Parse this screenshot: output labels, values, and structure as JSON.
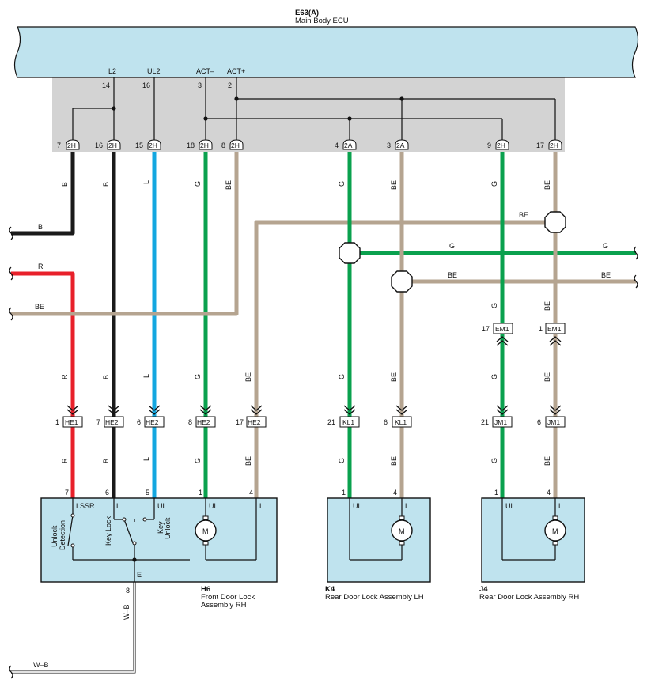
{
  "ecu": {
    "code": "E63(A)",
    "name": "Main Body ECU"
  },
  "ecu_terminals": [
    {
      "pin": "14",
      "signal": "L2"
    },
    {
      "pin": "16",
      "signal": "UL2"
    },
    {
      "pin": "3",
      "signal": "ACT–"
    },
    {
      "pin": "2",
      "signal": "ACT+"
    }
  ],
  "connectors_2h": [
    {
      "pin": "7",
      "id": "2H"
    },
    {
      "pin": "16",
      "id": "2H"
    },
    {
      "pin": "15",
      "id": "2H"
    },
    {
      "pin": "18",
      "id": "2H"
    },
    {
      "pin": "8",
      "id": "2H"
    },
    {
      "pin": "4",
      "id": "2A"
    },
    {
      "pin": "3",
      "id": "2A"
    },
    {
      "pin": "9",
      "id": "2H"
    },
    {
      "pin": "17",
      "id": "2H"
    }
  ],
  "wire_colors": {
    "black": "#1a1a1a",
    "red": "#e8202a",
    "blue": "#13a7e0",
    "green": "#0aa14e",
    "beige": "#b5a490",
    "wb": "#888888"
  },
  "wire_labels": {
    "b": "B",
    "r": "R",
    "l": "L",
    "g": "G",
    "be": "BE",
    "wb": "W–B"
  },
  "em1": [
    {
      "pin": "17",
      "id": "EM1"
    },
    {
      "pin": "1",
      "id": "EM1"
    }
  ],
  "inline_connectors": [
    {
      "pin": "1",
      "id": "HE1"
    },
    {
      "pin": "7",
      "id": "HE2"
    },
    {
      "pin": "6",
      "id": "HE2"
    },
    {
      "pin": "8",
      "id": "HE2"
    },
    {
      "pin": "17",
      "id": "HE2"
    },
    {
      "pin": "21",
      "id": "KL1"
    },
    {
      "pin": "6",
      "id": "KL1"
    },
    {
      "pin": "21",
      "id": "JM1"
    },
    {
      "pin": "6",
      "id": "JM1"
    }
  ],
  "h6": {
    "code": "H6",
    "name_line1": "Front Door Lock",
    "name_line2": "Assembly RH",
    "pins": [
      "7",
      "6",
      "5",
      "1",
      "4",
      "8"
    ],
    "term_lssr": "LSSR",
    "term_l": "L",
    "term_ul": "UL",
    "term_l2": "L",
    "term_e": "E",
    "unlock_detection_1": "Unlock",
    "unlock_detection_2": "Detection",
    "key_lock": "Key Lock",
    "key_unlock_1": "Key",
    "key_unlock_2": "Unlock",
    "motor": "M"
  },
  "k4": {
    "code": "K4",
    "name": "Rear Door Lock Assembly LH",
    "pins": [
      "1",
      "4"
    ],
    "term_ul": "UL",
    "term_l": "L",
    "motor": "M"
  },
  "j4": {
    "code": "J4",
    "name": "Rear Door Lock Assembly RH",
    "pins": [
      "1",
      "4"
    ],
    "term_ul": "UL",
    "term_l": "L",
    "motor": "M"
  }
}
